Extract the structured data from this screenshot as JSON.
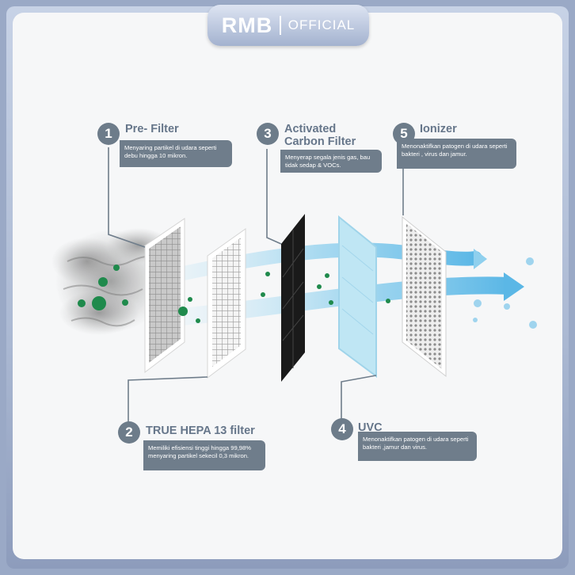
{
  "brand": {
    "name": "RMB",
    "tag": "OFFICIAL"
  },
  "stages": [
    {
      "number": "1",
      "title": "Pre- Filter",
      "desc": "Menyaring partikel di udara seperti debu hingga 10 mikron."
    },
    {
      "number": "2",
      "title": "TRUE HEPA 13 filter",
      "desc": "Memiliki efisiensi tinggi hingga 99,98% menyaring partikel sekecil 0,3 mikron."
    },
    {
      "number": "3",
      "title_line1": "Activated",
      "title_line2": "Carbon Filter",
      "desc": "Menyerap segala jenis gas, bau tidak sedap & VOCs."
    },
    {
      "number": "4",
      "title": "UVC",
      "desc": "Menonaktifkan patogen di udara seperti bakteri ,jamur dan virus."
    },
    {
      "number": "5",
      "title": "Ionizer",
      "desc": "Menonaktifkan patogen di udara seperti bakteri , virus dan jamur."
    }
  ],
  "colors": {
    "background": "#9aa9c6",
    "card": "#f6f7f8",
    "label_gray": "#6f7d8b",
    "airflow_blue": "#6fbfe6",
    "germ_green": "#1f8a4c",
    "uvc_blue": "#bfe6f4",
    "carbon_black": "#1a1a1a"
  }
}
